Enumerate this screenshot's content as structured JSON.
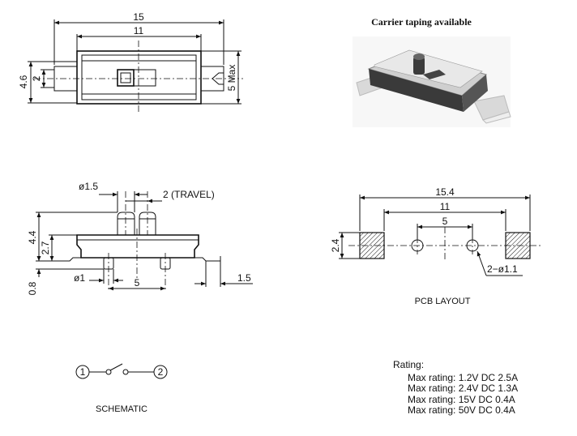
{
  "top_view": {
    "overall_width": "15",
    "body_width": "11",
    "overall_height": "4.6",
    "inner_height": "2",
    "max_height": "5 Max"
  },
  "carrier_note": "Carrier taping available",
  "side_view": {
    "pin_diameter": "ø1.5",
    "travel": "2 (TRAVEL)",
    "total_height": "4.4",
    "body_height": "2.7",
    "peg_diameter": "ø1",
    "peg_pitch": "5",
    "tab_length": "1.5",
    "standoff": "0.8"
  },
  "pcb_layout": {
    "title": "PCB LAYOUT",
    "overall_width": "15.4",
    "pad_spacing": "11",
    "hole_pitch": "5",
    "pad_height": "2.4",
    "hole_callout": "2−ø1.1"
  },
  "schematic": {
    "title": "SCHEMATIC",
    "terminal_1": "1",
    "terminal_2": "2"
  },
  "rating": {
    "heading": "Rating:",
    "rows": [
      {
        "label": "Max rating:",
        "voltage": "1.2V",
        "type": "DC",
        "current": "2.5A"
      },
      {
        "label": "Max rating:",
        "voltage": "2.4V",
        "type": "DC",
        "current": "1.3A"
      },
      {
        "label": "Max rating:",
        "voltage": "15V",
        "type": "DC",
        "current": "0.4A"
      },
      {
        "label": "Max rating:",
        "voltage": "50V",
        "type": "DC",
        "current": "0.4A"
      }
    ]
  }
}
